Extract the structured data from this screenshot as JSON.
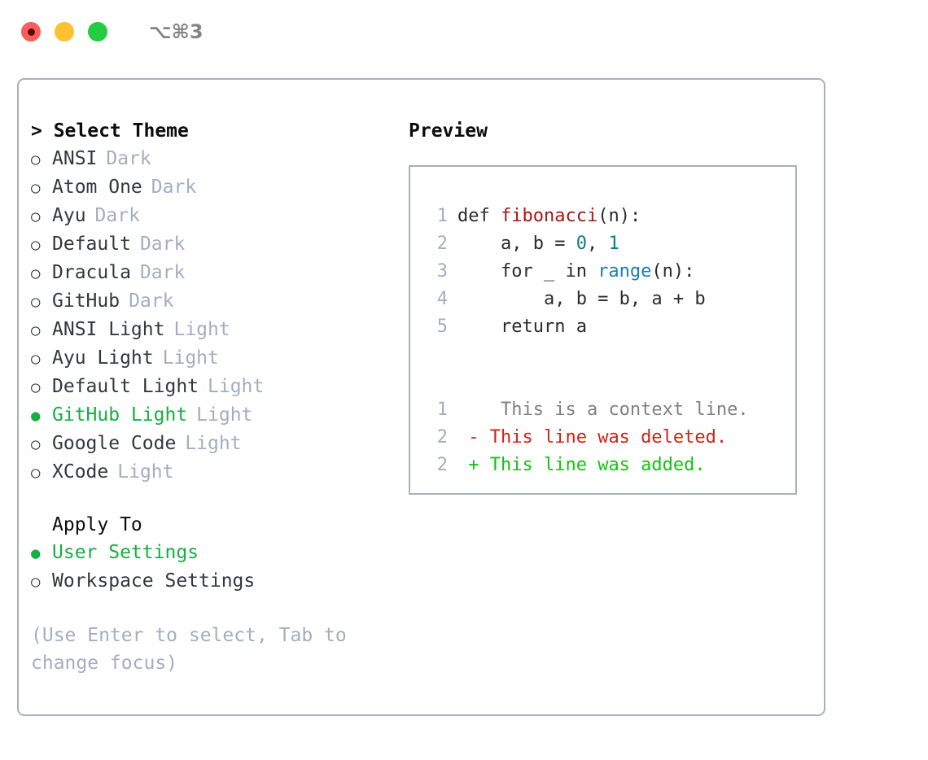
{
  "titlebar": {
    "shortcut": "⌥⌘3",
    "dots": [
      {
        "name": "close",
        "color": "#fb5d5a"
      },
      {
        "name": "minimize",
        "color": "#ffc12e"
      },
      {
        "name": "zoom",
        "color": "#23cc40"
      }
    ]
  },
  "colors": {
    "selected_green": "#17ae44",
    "added_green": "#13c213",
    "deleted_red": "#cc2418",
    "muted": "#a4aec0",
    "border": "#a7b0c0",
    "text": "#33383f"
  },
  "theme_list": {
    "header": "> Select Theme",
    "items": [
      {
        "label": "ANSI",
        "tag": "Dark",
        "bullet": "○",
        "selected": false
      },
      {
        "label": "Atom One",
        "tag": "Dark",
        "bullet": "○",
        "selected": false
      },
      {
        "label": "Ayu",
        "tag": "Dark",
        "bullet": "○",
        "selected": false
      },
      {
        "label": "Default",
        "tag": "Dark",
        "bullet": "○",
        "selected": false
      },
      {
        "label": "Dracula",
        "tag": "Dark",
        "bullet": "○",
        "selected": false
      },
      {
        "label": "GitHub",
        "tag": "Dark",
        "bullet": "○",
        "selected": false
      },
      {
        "label": "ANSI Light",
        "tag": "Light",
        "bullet": "○",
        "selected": false
      },
      {
        "label": "Ayu Light",
        "tag": "Light",
        "bullet": "○",
        "selected": false
      },
      {
        "label": "Default Light",
        "tag": "Light",
        "bullet": "○",
        "selected": false
      },
      {
        "label": "GitHub Light",
        "tag": "Light",
        "bullet": "●",
        "selected": true
      },
      {
        "label": "Google Code",
        "tag": "Light",
        "bullet": "○",
        "selected": false
      },
      {
        "label": "XCode",
        "tag": "Light",
        "bullet": "○",
        "selected": false
      }
    ]
  },
  "apply_to": {
    "header": "Apply To",
    "items": [
      {
        "label": "User Settings",
        "bullet": "●",
        "selected": true
      },
      {
        "label": "Workspace Settings",
        "bullet": "○",
        "selected": false
      }
    ]
  },
  "hint": "(Use Enter to select, Tab to change focus)",
  "preview": {
    "title": "Preview",
    "code_lines": [
      {
        "no": "1",
        "segments": [
          {
            "text": "def ",
            "type": "plain"
          },
          {
            "text": "fibonacci",
            "type": "fn"
          },
          {
            "text": "(n):",
            "type": "plain"
          }
        ]
      },
      {
        "no": "2",
        "segments": [
          {
            "text": "    a, b = ",
            "type": "plain"
          },
          {
            "text": "0",
            "type": "num"
          },
          {
            "text": ", ",
            "type": "plain"
          },
          {
            "text": "1",
            "type": "num"
          }
        ]
      },
      {
        "no": "3",
        "segments": [
          {
            "text": "    for _ in ",
            "type": "plain"
          },
          {
            "text": "range",
            "type": "bi"
          },
          {
            "text": "(n):",
            "type": "plain"
          }
        ]
      },
      {
        "no": "4",
        "segments": [
          {
            "text": "        a, b = b, a + b",
            "type": "plain"
          }
        ]
      },
      {
        "no": "5",
        "segments": [
          {
            "text": "    return a",
            "type": "plain"
          }
        ]
      }
    ],
    "diff_lines": [
      {
        "no": "1",
        "marker": " ",
        "text": "  This is a context line.",
        "kind": "context"
      },
      {
        "no": "2",
        "marker": "-",
        "text": " This line was deleted.",
        "kind": "deleted"
      },
      {
        "no": "2",
        "marker": "+",
        "text": " This line was added.",
        "kind": "added"
      }
    ]
  }
}
